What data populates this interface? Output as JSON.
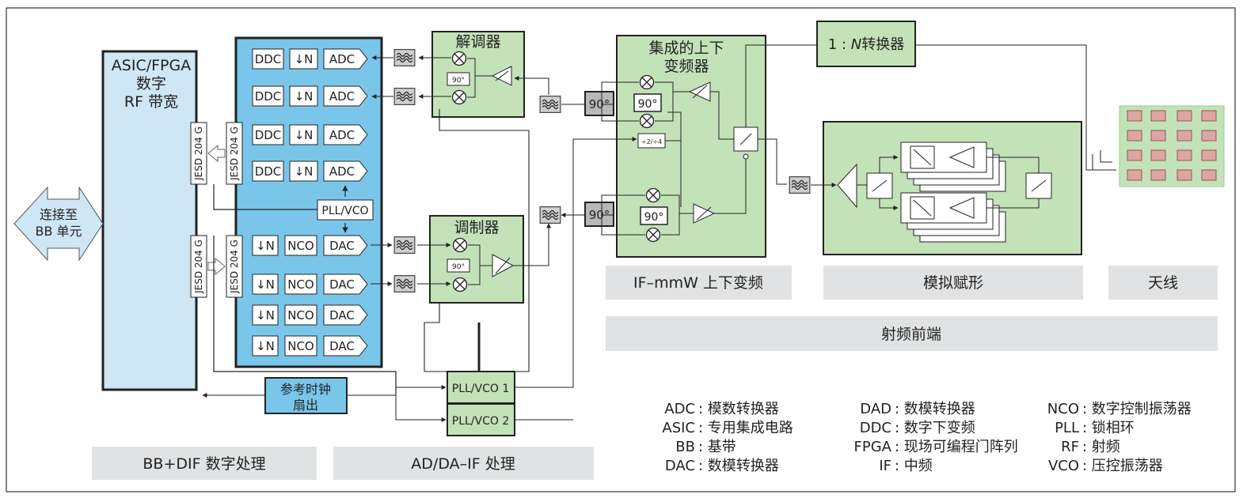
{
  "asic": {
    "title1": "ASIC/FPGA",
    "title2": "数字",
    "title3": "RF 带宽"
  },
  "bb_link": {
    "line1": "连接至",
    "line2": "BB 单元"
  },
  "jesd": "JESD 204 G",
  "adc_rows": [
    {
      "ddc": "DDC",
      "dec": "↓N",
      "conv": "ADC"
    },
    {
      "ddc": "DDC",
      "dec": "↓N",
      "conv": "ADC"
    },
    {
      "ddc": "DDC",
      "dec": "↓N",
      "conv": "ADC"
    },
    {
      "ddc": "DDC",
      "dec": "↓N",
      "conv": "ADC"
    }
  ],
  "dac_rows": [
    {
      "dec": "↓N",
      "nco": "NCO",
      "conv": "DAC"
    },
    {
      "dec": "↓N",
      "nco": "NCO",
      "conv": "DAC"
    },
    {
      "dec": "↓N",
      "nco": "NCO",
      "conv": "DAC"
    },
    {
      "dec": "↓N",
      "nco": "NCO",
      "conv": "DAC"
    }
  ],
  "pll_vco": "PLL/VCO",
  "pll_vco_1": "PLL/VCO 1",
  "pll_vco_2": "PLL/VCO 2",
  "ref_clock": {
    "line1": "参考时钟",
    "line2": "扇出"
  },
  "demodulator": "解调器",
  "modulator": "调制器",
  "phase_90": "90°",
  "divider": "÷2/÷4",
  "updown": {
    "line1": "集成的上下",
    "line2": "变频器"
  },
  "converter_1n": {
    "prefix": "1 : ",
    "n": "N",
    "suffix": "转换器"
  },
  "section_labels": {
    "bb_dif": "BB+DIF 数字处理",
    "ad_da_if": "AD/DA–IF 处理",
    "if_mmw": "IF–mmW 上下变频",
    "analog_bf": "模拟赋形",
    "antenna": "天线",
    "rf_front": "射频前端"
  },
  "legend": [
    [
      {
        "abbr": "ADC",
        "desc": "模数转换器"
      },
      {
        "abbr": "ASIC",
        "desc": "专用集成电路"
      },
      {
        "abbr": "BB",
        "desc": "基带"
      },
      {
        "abbr": "DAC",
        "desc": "数模转换器"
      }
    ],
    [
      {
        "abbr": "DAD",
        "desc": "数模转换器"
      },
      {
        "abbr": "DDC",
        "desc": "数字下变频"
      },
      {
        "abbr": "FPGA",
        "desc": "现场可编程门阵列"
      },
      {
        "abbr": "IF",
        "desc": "中频"
      }
    ],
    [
      {
        "abbr": "NCO",
        "desc": "数字控制振荡器"
      },
      {
        "abbr": "PLL",
        "desc": "锁相环"
      },
      {
        "abbr": "RF",
        "desc": "射频"
      },
      {
        "abbr": "VCO",
        "desc": "压控振荡器"
      }
    ]
  ],
  "colors": {
    "blue": "#79c6ea",
    "green": "#c4e2b8",
    "gray_label": "#e1e2e3",
    "panel": "#cfe6f5",
    "element": "#dda6a0"
  }
}
